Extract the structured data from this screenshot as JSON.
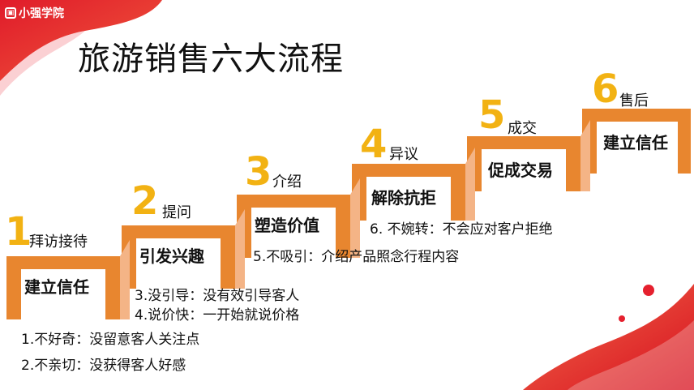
{
  "brand": {
    "name": "小强学院",
    "icon": "building-icon"
  },
  "title": "旅游销售六大流程",
  "colors": {
    "step_orange": "#e8862f",
    "step_light": "#f4b486",
    "number_gold": "#f2b213",
    "deco_red": "#e5202e"
  },
  "steps": [
    {
      "num": "1",
      "label": "拜访接待",
      "box": "建立信任"
    },
    {
      "num": "2",
      "label": "提问",
      "box": "引发兴趣"
    },
    {
      "num": "3",
      "label": "介绍",
      "box": "塑造价值"
    },
    {
      "num": "4",
      "label": "异议",
      "box": "解除抗拒"
    },
    {
      "num": "5",
      "label": "成交",
      "box": "促成交易"
    },
    {
      "num": "6",
      "label": "售后",
      "box": "建立信任"
    }
  ],
  "issues": [
    "1.不好奇：没留意客人关注点",
    "2.不亲切：没获得客人好感",
    "3.没引导：没有效引导客人",
    "4.说价快：一开始就说价格",
    "5.不吸引：介绍产品照念行程内容",
    "6. 不婉转：不会应对客户拒绝"
  ]
}
